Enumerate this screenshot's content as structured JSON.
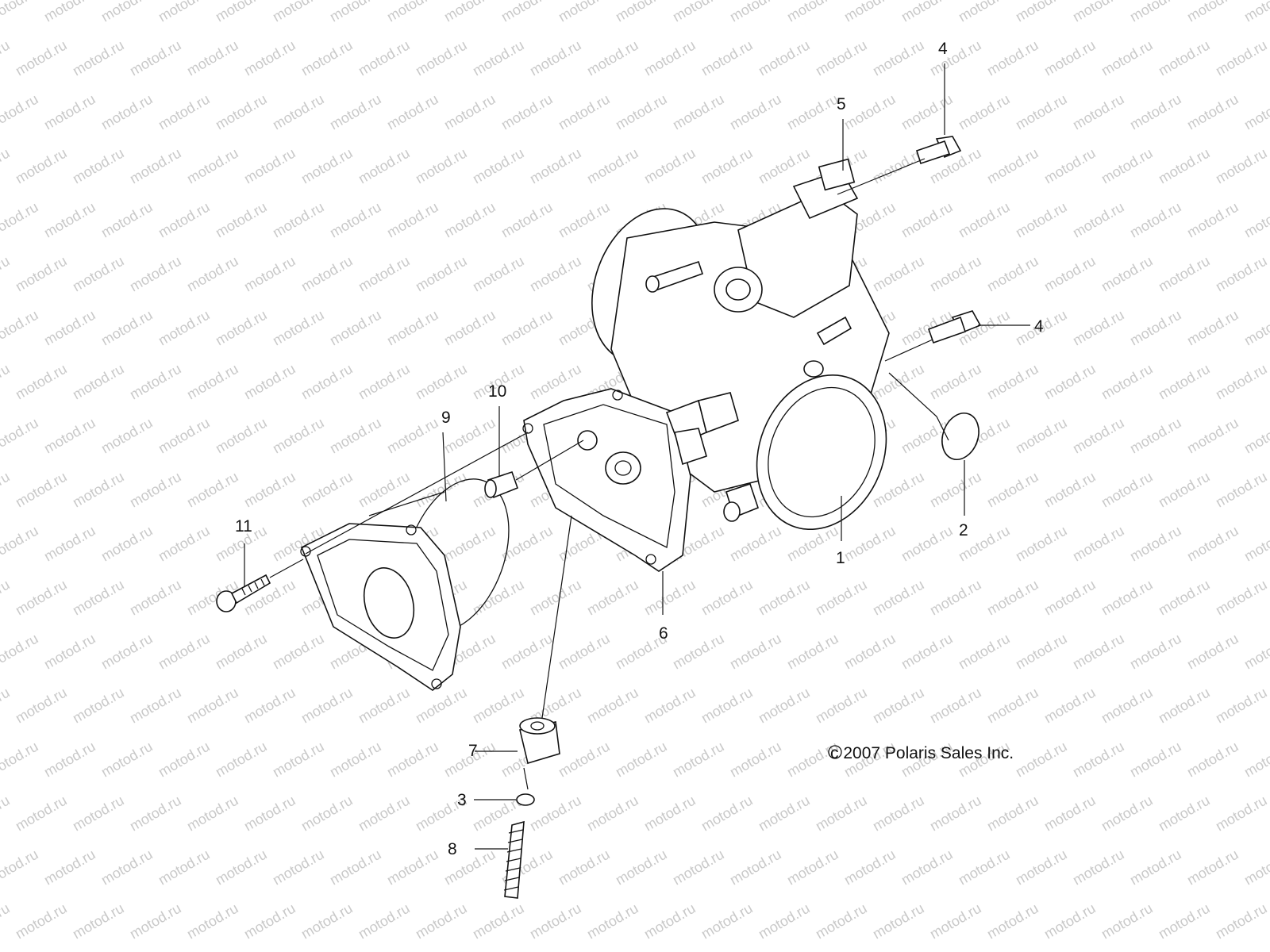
{
  "watermark": {
    "text": "motod.ru"
  },
  "copyright": "c 2007 Polaris Sales Inc.",
  "callouts": [
    {
      "id": "1",
      "label": "1"
    },
    {
      "id": "2",
      "label": "2"
    },
    {
      "id": "3",
      "label": "3"
    },
    {
      "id": "4a",
      "label": "4"
    },
    {
      "id": "4b",
      "label": "4"
    },
    {
      "id": "5",
      "label": "5"
    },
    {
      "id": "6",
      "label": "6"
    },
    {
      "id": "7",
      "label": "7"
    },
    {
      "id": "8",
      "label": "8"
    },
    {
      "id": "9",
      "label": "9"
    },
    {
      "id": "10",
      "label": "10"
    },
    {
      "id": "11",
      "label": "11"
    }
  ]
}
